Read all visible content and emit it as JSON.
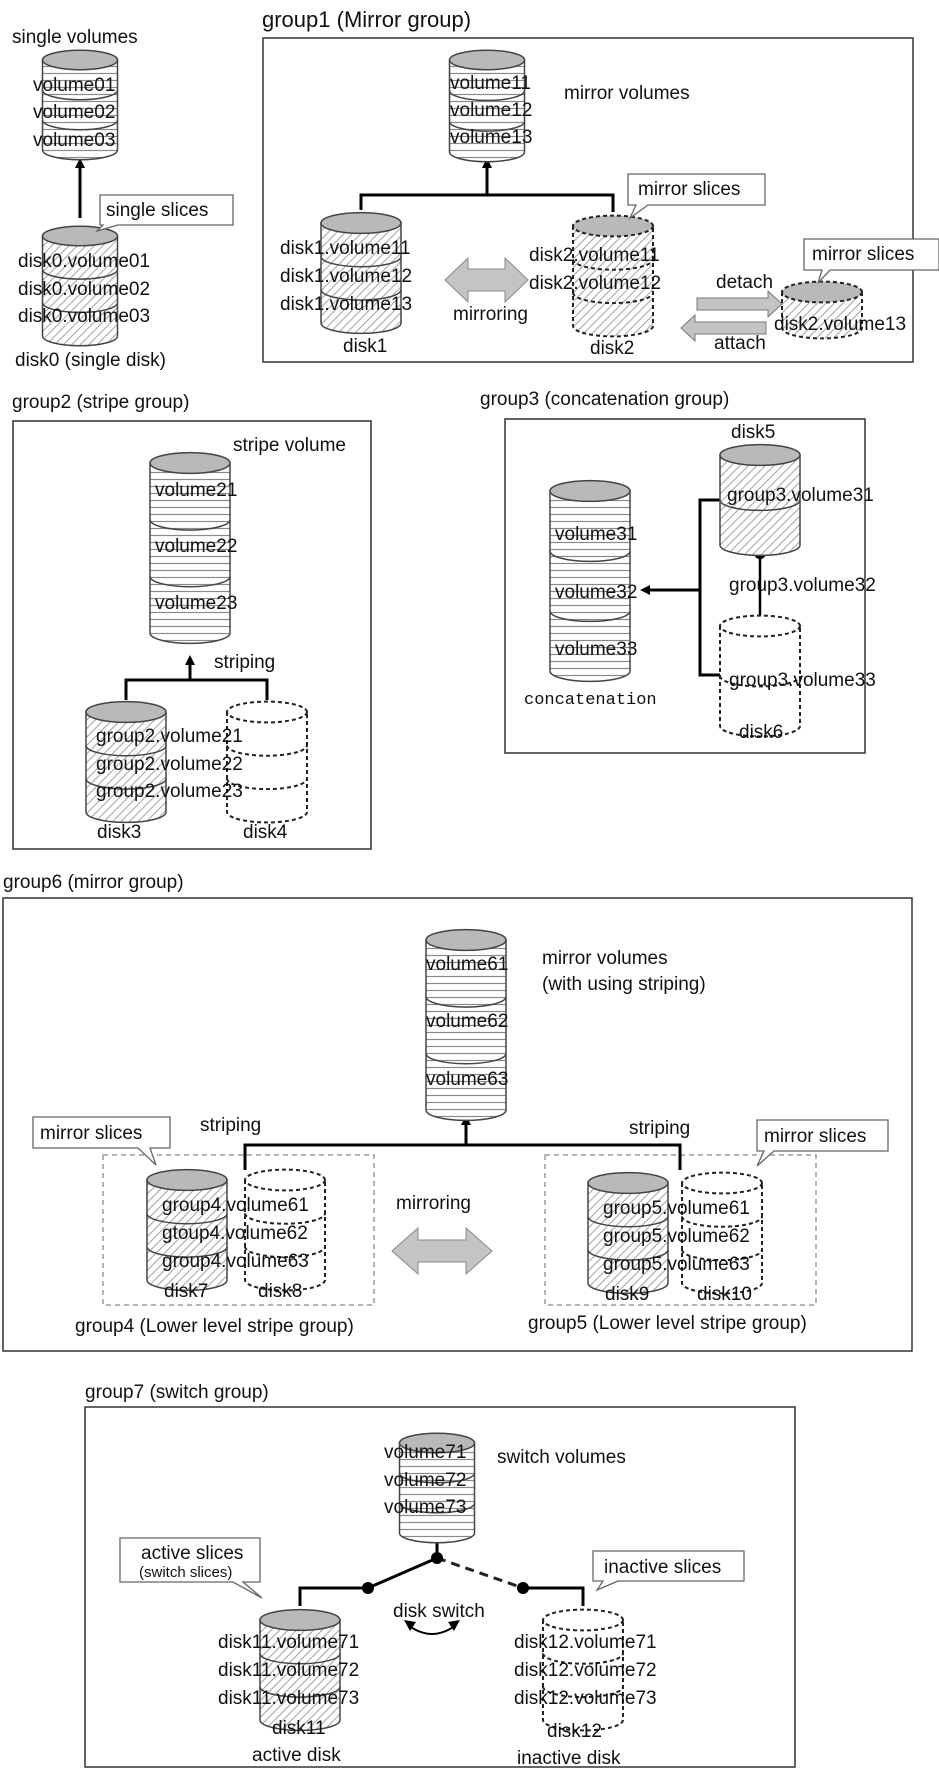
{
  "colors": {
    "disk_top": "#b9b9b9",
    "line": "#000000",
    "frame": "#333333",
    "arrow_fill": "#c4c4c4"
  },
  "single": {
    "title": "single volumes",
    "volumes": [
      "volume01",
      "volume02",
      "volume03"
    ],
    "callout": "single slices",
    "slices": [
      "disk0.volume01",
      "disk0.volume02",
      "disk0.volume03"
    ],
    "disk_label": "disk0 (single disk)"
  },
  "group1": {
    "title": "group1 (Mirror group)",
    "volumes": [
      "volume11",
      "volume12",
      "volume13"
    ],
    "volumes_label": "mirror volumes",
    "callout_mirror_slices": "mirror slices",
    "disk1_slices": [
      "disk1.volume11",
      "disk1.volume12",
      "disk1.volume13"
    ],
    "disk2_slices": [
      "disk2.volume11",
      "disk2.volume12"
    ],
    "mirroring": "mirroring",
    "disk1": "disk1",
    "disk2": "disk2",
    "detach": "detach",
    "attach": "attach",
    "detached_callout": "mirror slices",
    "detached_slice": "disk2.volume13"
  },
  "group2": {
    "title": "group2 (stripe group)",
    "volume_label": "stripe volume",
    "volumes": [
      "volume21",
      "volume22",
      "volume23"
    ],
    "striping": "striping",
    "slices": [
      "group2.volume21",
      "group2.volume22",
      "group2.volume23"
    ],
    "disk3": "disk3",
    "disk4": "disk4"
  },
  "group3": {
    "title": "group3 (concatenation group)",
    "disk5": "disk5",
    "volumes": [
      "volume31",
      "volume32",
      "volume33"
    ],
    "concat_label": "concatenation",
    "slices": [
      "group3.volume31",
      "group3.volume32",
      "group3.volume33"
    ],
    "disk6": "disk6"
  },
  "group6": {
    "title": "group6 (mirror group)",
    "volumes": [
      "volume61",
      "volume62",
      "volume63"
    ],
    "volumes_label_1": "mirror volumes",
    "volumes_label_2": "(with using striping)",
    "striping_left": "striping",
    "striping_right": "striping",
    "callout_left": "mirror slices",
    "callout_right": "mirror slices",
    "g4_slices": [
      "group4.volume61",
      "gtoup4.volume62",
      "group4.volume63"
    ],
    "g5_slices": [
      "group5.volume61",
      "group5.volume62",
      "group5.volume63"
    ],
    "mirroring": "mirroring",
    "disk7": "disk7",
    "disk8": "disk8",
    "disk9": "disk9",
    "disk10": "disk10",
    "group4_label": "group4 (Lower level stripe group)",
    "group5_label": "group5 (Lower level stripe group)"
  },
  "group7": {
    "title": "group7 (switch group)",
    "volumes": [
      "volume71",
      "volume72",
      "volume73"
    ],
    "volumes_label": "switch volumes",
    "active_callout_1": "active slices",
    "active_callout_2": "(switch slices)",
    "inactive_callout": "inactive slices",
    "disk_switch": "disk switch",
    "disk11_slices": [
      "disk11.volume71",
      "disk11.volume72",
      "disk11.volume73"
    ],
    "disk12_slices": [
      "disk12.volume71",
      "disk12.volume72",
      "disk12.volume73"
    ],
    "disk11": "disk11",
    "disk11_state": "active disk",
    "disk12": "disk12",
    "disk12_state": "inactive disk"
  }
}
